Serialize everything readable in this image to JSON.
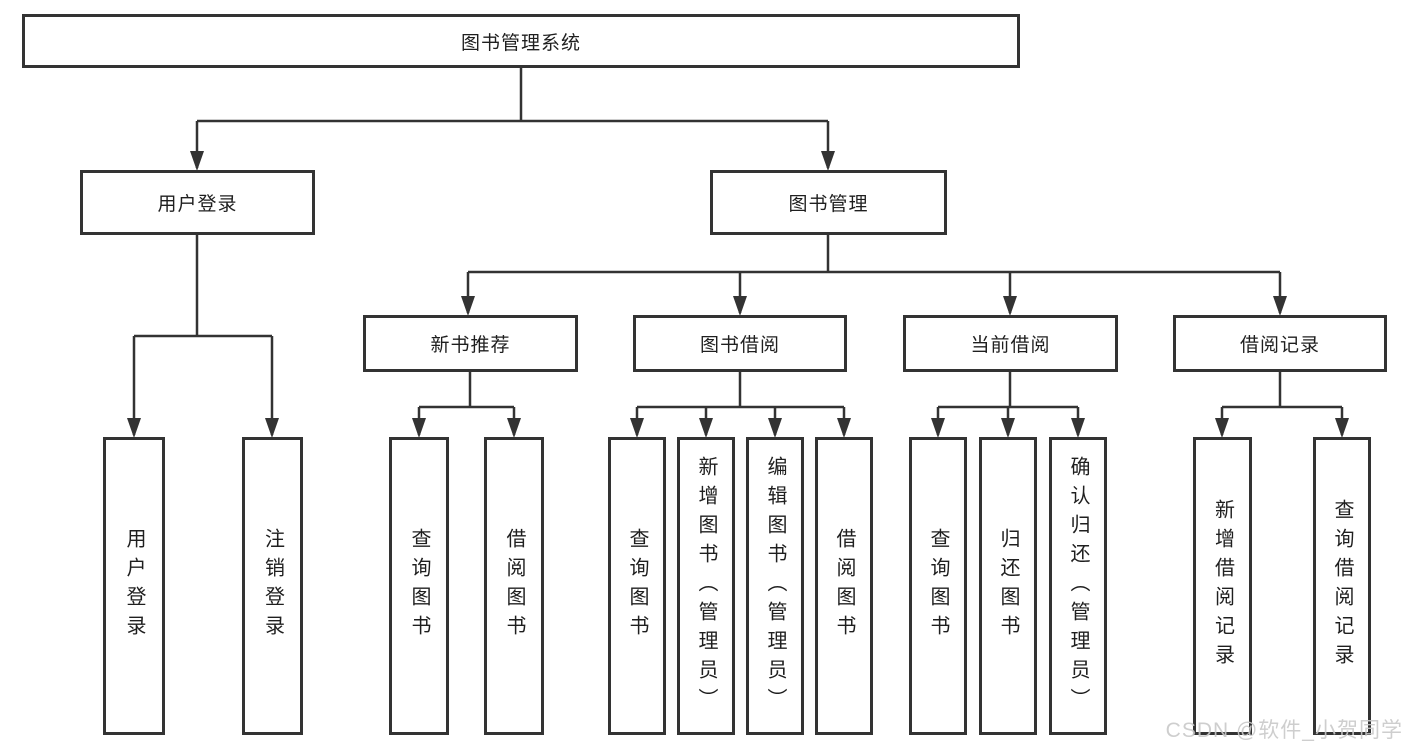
{
  "diagram": {
    "title": "图书管理系统",
    "type": "hierarchy-tree",
    "nodes": {
      "root": {
        "label": "图书管理系统"
      },
      "user_login": {
        "label": "用户登录"
      },
      "book_mgmt": {
        "label": "图书管理"
      },
      "leaf_user_login": {
        "label": "用户登录"
      },
      "leaf_logout": {
        "label": "注销登录"
      },
      "new_book_rec": {
        "label": "新书推荐"
      },
      "book_borrow": {
        "label": "图书借阅"
      },
      "current_borrow": {
        "label": "当前借阅"
      },
      "borrow_records": {
        "label": "借阅记录"
      },
      "rec_query_books": {
        "label": "查询图书"
      },
      "rec_borrow_books": {
        "label": "借阅图书"
      },
      "bb_query_books": {
        "label": "查询图书"
      },
      "bb_add_books": {
        "label": "新增图书（管理员）"
      },
      "bb_edit_books": {
        "label": "编辑图书（管理员）"
      },
      "bb_borrow_books": {
        "label": "借阅图书"
      },
      "cb_query_books": {
        "label": "查询图书"
      },
      "cb_return_books": {
        "label": "归还图书"
      },
      "cb_confirm_return": {
        "label": "确认归还（管理员）"
      },
      "br_add_record": {
        "label": "新增借阅记录"
      },
      "br_query_record": {
        "label": "查询借阅记录"
      }
    },
    "edges": [
      [
        "root",
        "user_login"
      ],
      [
        "root",
        "book_mgmt"
      ],
      [
        "user_login",
        "leaf_user_login"
      ],
      [
        "user_login",
        "leaf_logout"
      ],
      [
        "book_mgmt",
        "new_book_rec"
      ],
      [
        "book_mgmt",
        "book_borrow"
      ],
      [
        "book_mgmt",
        "current_borrow"
      ],
      [
        "book_mgmt",
        "borrow_records"
      ],
      [
        "new_book_rec",
        "rec_query_books"
      ],
      [
        "new_book_rec",
        "rec_borrow_books"
      ],
      [
        "book_borrow",
        "bb_query_books"
      ],
      [
        "book_borrow",
        "bb_add_books"
      ],
      [
        "book_borrow",
        "bb_edit_books"
      ],
      [
        "book_borrow",
        "bb_borrow_books"
      ],
      [
        "current_borrow",
        "cb_query_books"
      ],
      [
        "current_borrow",
        "cb_return_books"
      ],
      [
        "current_borrow",
        "cb_confirm_return"
      ],
      [
        "borrow_records",
        "br_add_record"
      ],
      [
        "borrow_records",
        "br_query_record"
      ]
    ]
  },
  "watermark": {
    "text": "CSDN @软件_小贺同学"
  },
  "colors": {
    "line": "#333333",
    "box_border": "#333333",
    "box_fill": "#ffffff",
    "text": "#1f1f1f",
    "watermark": "#c9c9c9",
    "background": "#ffffff"
  }
}
